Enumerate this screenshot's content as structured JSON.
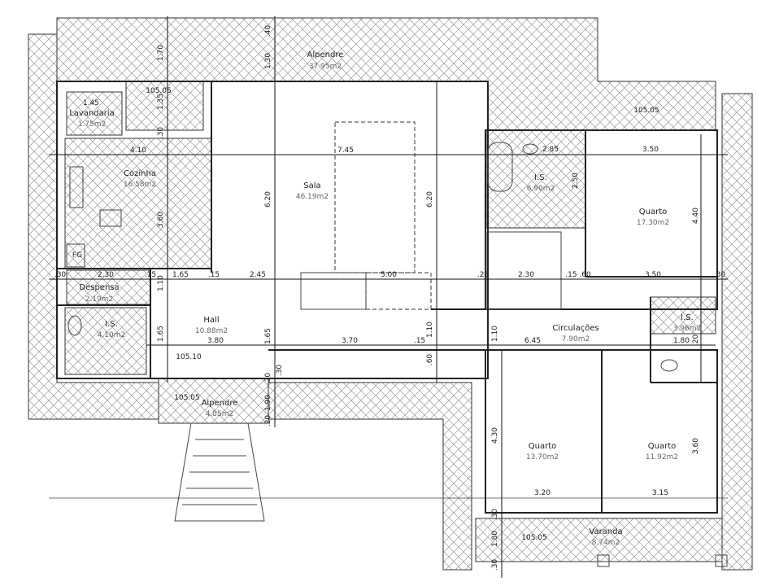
{
  "rooms": [
    {
      "name": "Alpendre",
      "area": "37.95m2"
    },
    {
      "name": "Lavandaria",
      "area": "1.75m2"
    },
    {
      "name": "Cozinha",
      "area": "16.58m2"
    },
    {
      "name": "Sala",
      "area": "46.19m2"
    },
    {
      "name": "Despensa",
      "area": "2.19m2"
    },
    {
      "name": "I.S.",
      "area": "4.10m2"
    },
    {
      "name": "Hall",
      "area": "10.88m2"
    },
    {
      "name": "Alpendre",
      "area": "4.85m2"
    },
    {
      "name": "I.S.",
      "area": "6.90m2"
    },
    {
      "name": "Quarto",
      "area": "17.30m2"
    },
    {
      "name": "Circulações",
      "area": "7.90m2"
    },
    {
      "name": "I.S.",
      "area": "3.96m2"
    },
    {
      "name": "Quarto",
      "area": "13.70m2"
    },
    {
      "name": "Quarto",
      "area": "11.92m2"
    },
    {
      "name": "Varanda",
      "area": "8.74m2"
    }
  ],
  "dims": [
    "1.70",
    "1.30",
    ".40",
    "1.45",
    "105.05",
    "1.35",
    ".30",
    "4.10",
    "7.45",
    "6.20",
    "6.20",
    "3.60",
    "FG",
    ".30",
    "2.30",
    ".15",
    "1.65",
    ".15",
    "2.45",
    "5.00",
    "1.10",
    "3.80",
    "1.65",
    "1.65",
    "105.10",
    "3.70",
    ".15",
    "1.10",
    ".60",
    ".30",
    "105.05",
    "1.90",
    ".20",
    ".20",
    "2.85",
    "3.50",
    "2.50",
    "4.40",
    ".25",
    "2.30",
    ".15 .60",
    "3.50",
    ".30",
    "1.10",
    "6.45",
    "1.80",
    ".20",
    "105.05",
    "4.30",
    "3.60",
    "3.20",
    "3.15",
    ".30",
    "1.80",
    "105.05",
    ".30"
  ]
}
